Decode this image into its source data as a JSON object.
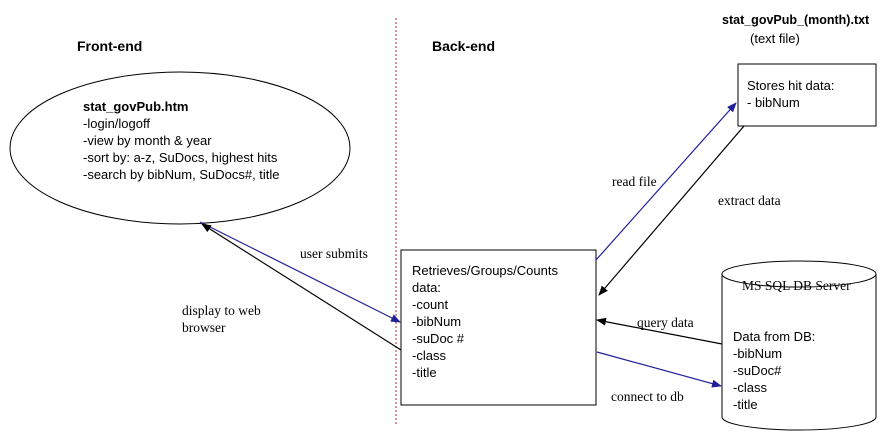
{
  "headers": {
    "front_end": "Front-end",
    "back_end": "Back-end"
  },
  "text_file": {
    "filename": "stat_govPub_(month).txt",
    "caption": "(text file)",
    "box_lines": [
      "Stores hit data:",
      "- bibNum"
    ]
  },
  "ellipse": {
    "title": "stat_govPub.htm",
    "lines": [
      "-login/logoff",
      "-view by month & year",
      "-sort by: a-z, SuDocs, highest hits",
      "-search by bibNum, SuDocs#, title"
    ]
  },
  "process_box": {
    "lines": [
      "Retrieves/Groups/Counts",
      "data:",
      "-count",
      "-bibNum",
      "-suDoc #",
      "-class",
      "-title"
    ]
  },
  "database": {
    "title": "MS SQL DB Server",
    "lines": [
      "Data from DB:",
      "-bibNum",
      "-suDoc#",
      "-class",
      "-title"
    ]
  },
  "arrows": {
    "user_submits": "user submits",
    "display_line1": "display to web",
    "display_line2": "browser",
    "read_file": "read file",
    "extract_data": "extract data",
    "query_data": "query data",
    "connect_to_db": "connect to db"
  },
  "colors": {
    "blue_arrow": "#1f1f99",
    "black_arrow": "#000000",
    "divider": "#c0504d"
  }
}
